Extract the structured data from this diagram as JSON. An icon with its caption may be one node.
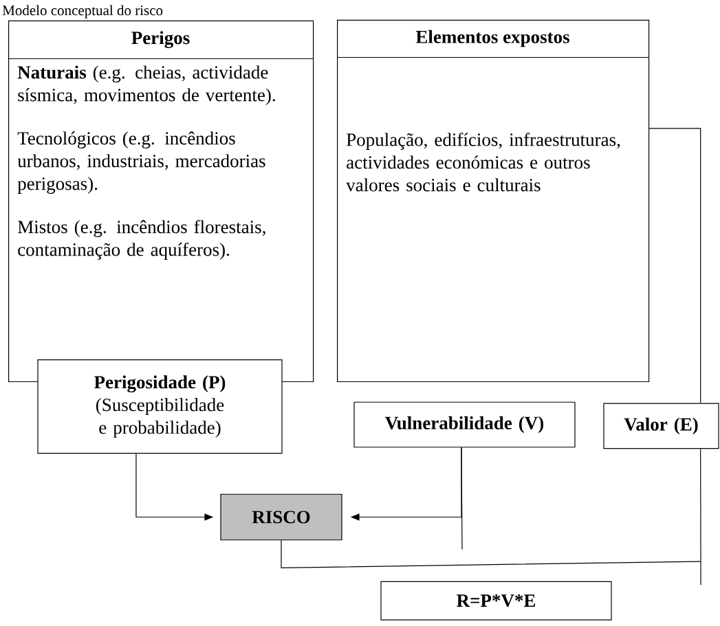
{
  "diagram": {
    "title": "Modelo conceptual do risco",
    "nodes": [
      {
        "text": [
          "Perigos",
          "**Naturais** (e.g. cheias, actividade sísmica, movimentos de vertente).",
          "Tecnológicos (e.g. incêndios urbanos, industriais, mercadorias perigosas).",
          "Mistos (e.g. incêndios florestais, contaminação de aquíferos)."
        ]
      },
      {
        "text": [
          "Elementos expostos",
          "População, edifícios, infraestruturas, actividades económicas e outros valores sociais e culturais"
        ]
      },
      {
        "text": [
          "Perigosidade (P)",
          "(Susceptibilidade e probabilidade)"
        ]
      },
      {
        "text": [
          "Vulnerabilidade (V)"
        ]
      },
      {
        "text": [
          "Valor (E)"
        ]
      },
      {
        "text": [
          "RISCO"
        ]
      },
      {
        "text": [
          "R=P*V*E"
        ]
      }
    ],
    "edges": [
      {
        "from": 2,
        "to": 5,
        "arrow": "to"
      },
      {
        "from": 3,
        "to": 5,
        "arrow": "to"
      },
      {
        "from": 5,
        "to": 4,
        "arrow": "none"
      },
      {
        "from": 1,
        "to": 4,
        "arrow": "none"
      }
    ]
  }
}
